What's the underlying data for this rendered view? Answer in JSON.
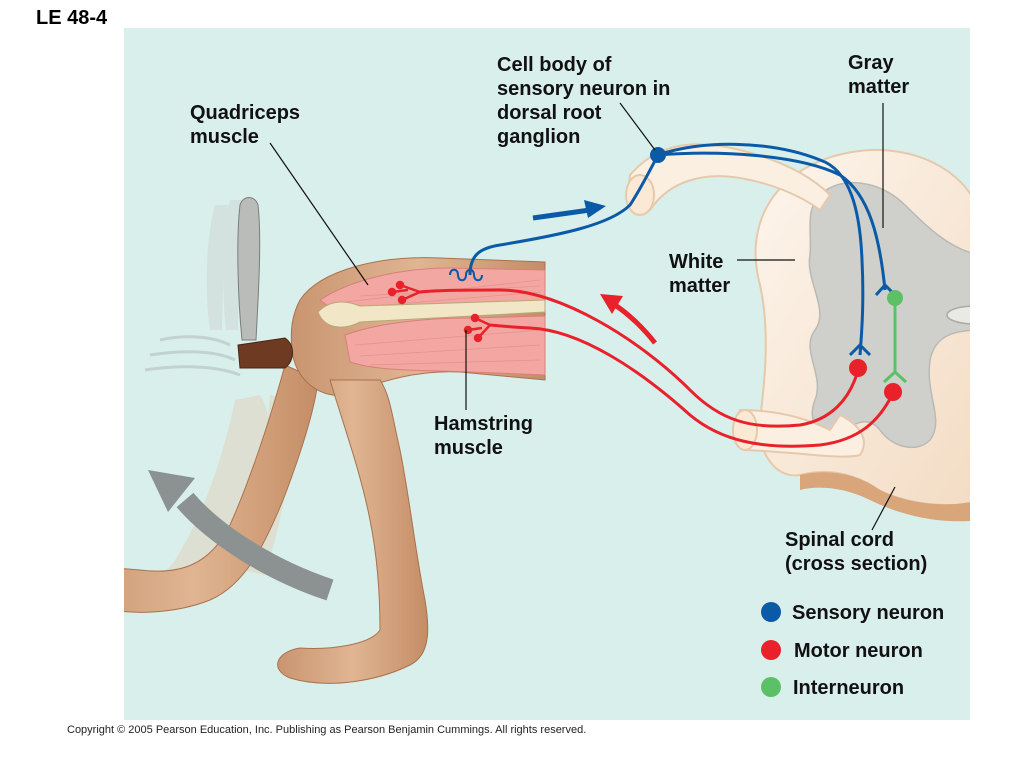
{
  "figure": {
    "id": "LE 48-4",
    "copyright": "Copyright ©  2005 Pearson Education, Inc. Publishing as Pearson Benjamin Cummings. All rights reserved."
  },
  "labels": {
    "quadriceps": "Quadriceps\nmuscle",
    "cell_body": "Cell body of\nsensory neuron in\ndorsal root\nganglion",
    "gray_matter": "Gray\nmatter",
    "white_matter": "White\nmatter",
    "hamstring": "Hamstring\nmuscle",
    "spinal_cord": "Spinal cord\n(cross section)"
  },
  "legend": [
    {
      "label": "Sensory neuron",
      "color": "#0a5aa8"
    },
    {
      "label": "Motor neuron",
      "color": "#e8212b"
    },
    {
      "label": "Interneuron",
      "color": "#5cc067"
    }
  ],
  "colors": {
    "background": "#d9efec",
    "skin": "#d6a47c",
    "muscle": "#f2a7a2",
    "white_matter": "#fbefe2",
    "gray_matter": "#cfcfcb",
    "arrow_gray": "#8c9292"
  }
}
